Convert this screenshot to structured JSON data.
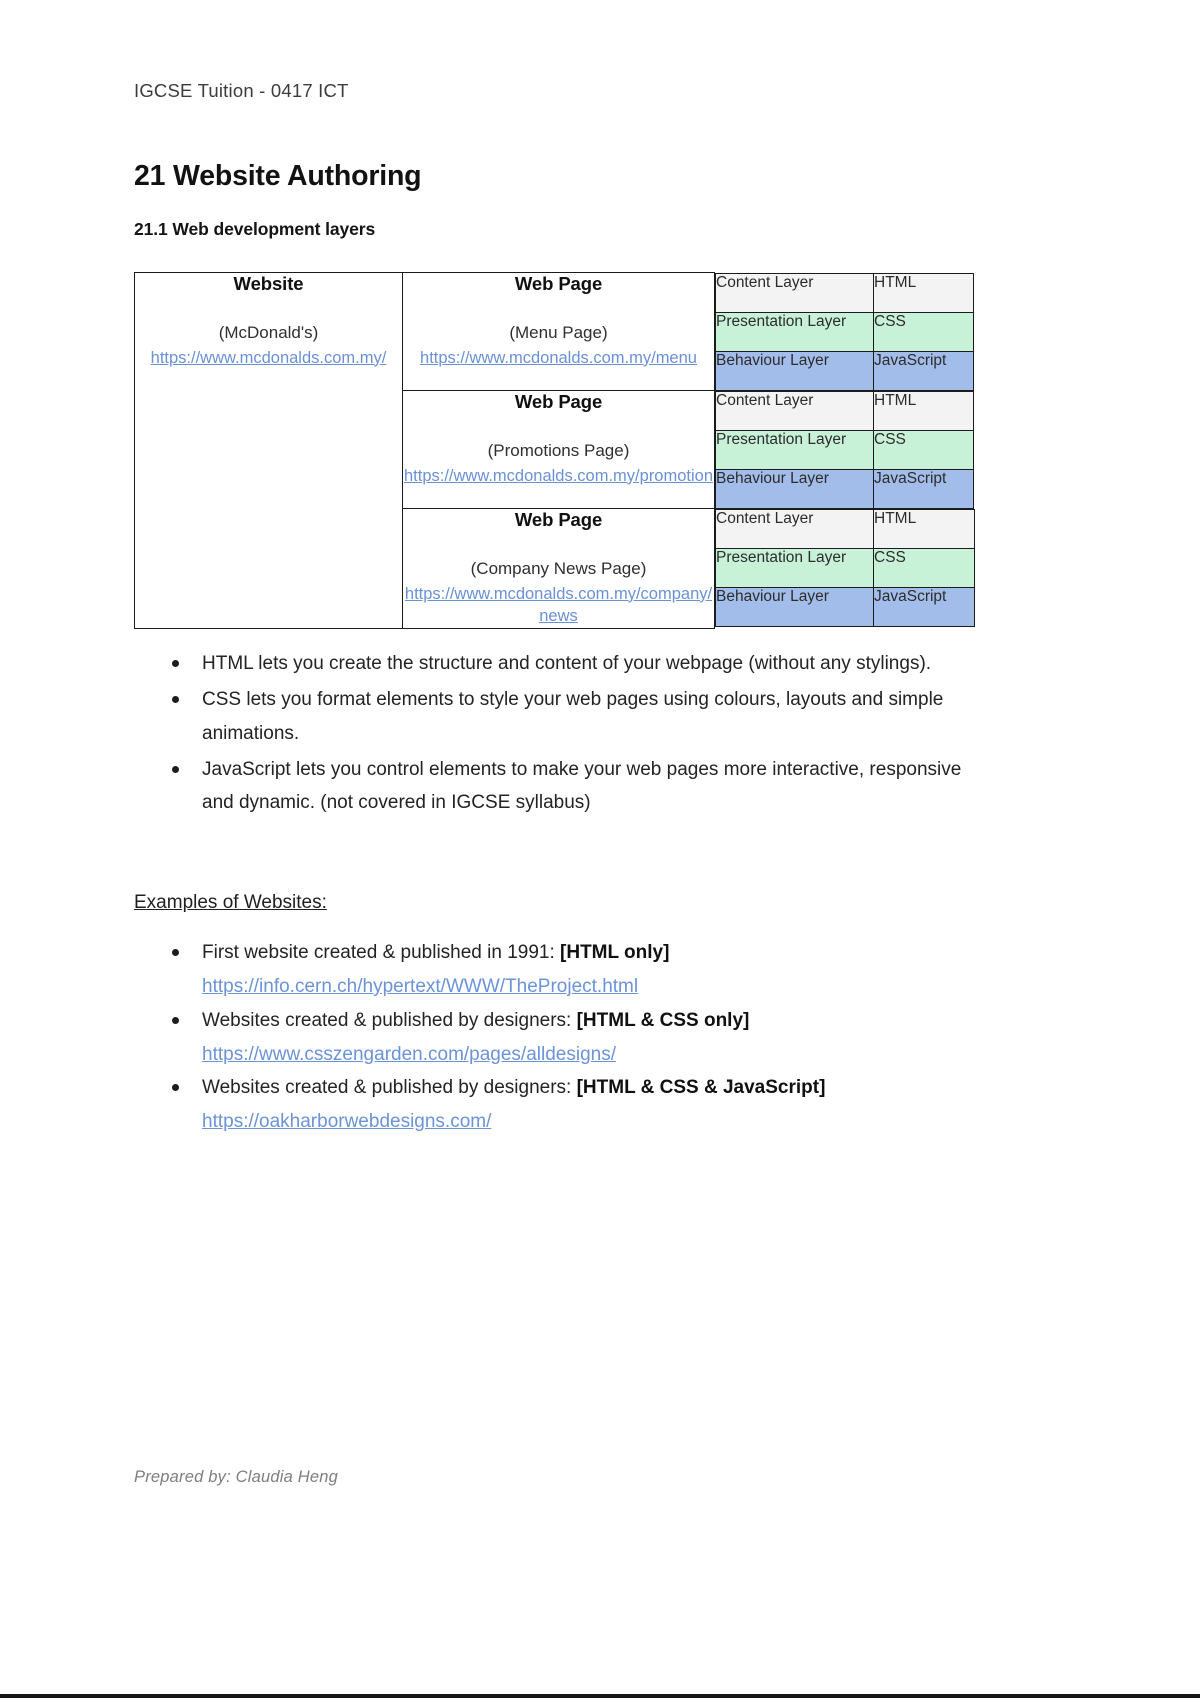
{
  "document": {
    "header": "IGCSE Tuition - 0417 ICT",
    "title": "21 Website Authoring",
    "subtitle": "21.1 Web development layers",
    "footer": "Prepared by: Claudia Heng"
  },
  "table": {
    "website": {
      "heading": "Website",
      "name": "(McDonald's)",
      "url": "https://www.mcdonalds.com.my/"
    },
    "pages": [
      {
        "heading": "Web Page",
        "name": "(Menu Page)",
        "url": "https://www.mcdonalds.com.my/menu",
        "layers": [
          {
            "layer": "Content Layer",
            "tech": "HTML",
            "style": "content"
          },
          {
            "layer": "Presentation Layer",
            "tech": "CSS",
            "style": "presentation"
          },
          {
            "layer": "Behaviour Layer",
            "tech": "JavaScript",
            "style": "behaviour"
          }
        ]
      },
      {
        "heading": "Web Page",
        "name": "(Promotions Page)",
        "url": "https://www.mcdonalds.com.my/promotion",
        "layers": [
          {
            "layer": "Content Layer",
            "tech": "HTML",
            "style": "content"
          },
          {
            "layer": "Presentation Layer",
            "tech": "CSS",
            "style": "presentation"
          },
          {
            "layer": "Behaviour Layer",
            "tech": "JavaScript",
            "style": "behaviour"
          }
        ]
      },
      {
        "heading": "Web Page",
        "name": "(Company News Page)",
        "url": "https://www.mcdonalds.com.my/company/news",
        "layers": [
          {
            "layer": "Content Layer",
            "tech": "HTML",
            "style": "content"
          },
          {
            "layer": "Presentation Layer",
            "tech": "CSS",
            "style": "presentation"
          },
          {
            "layer": "Behaviour Layer",
            "tech": "JavaScript",
            "style": "behaviour"
          }
        ]
      }
    ]
  },
  "bullets": [
    "HTML lets you create the structure and content of your webpage (without any stylings).",
    "CSS lets you format elements to style  your web pages using colours, layouts and simple animations.",
    "JavaScript lets you control elements to make your web pages more interactive, responsive and dynamic. (not covered in IGCSE syllabus)"
  ],
  "examples": {
    "label": "Examples of Websites:",
    "items": [
      {
        "text": "First website created & published in 1991: ",
        "tag": "[HTML only]",
        "url": "https://info.cern.ch/hypertext/WWW/TheProject.html"
      },
      {
        "text": "Websites created & published by designers: ",
        "tag": "[HTML & CSS only]",
        "url": "https://www.csszengarden.com/pages/alldesigns/"
      },
      {
        "text": "Websites created & published by designers: ",
        "tag": "[HTML & CSS & JavaScript]",
        "url": "https://oakharborwebdesigns.com/"
      }
    ]
  },
  "colors": {
    "link": "#6a91d6",
    "content_layer": "#f3f3f3",
    "presentation_layer": "#c8f2d8",
    "behaviour_layer": "#a3bdea"
  }
}
